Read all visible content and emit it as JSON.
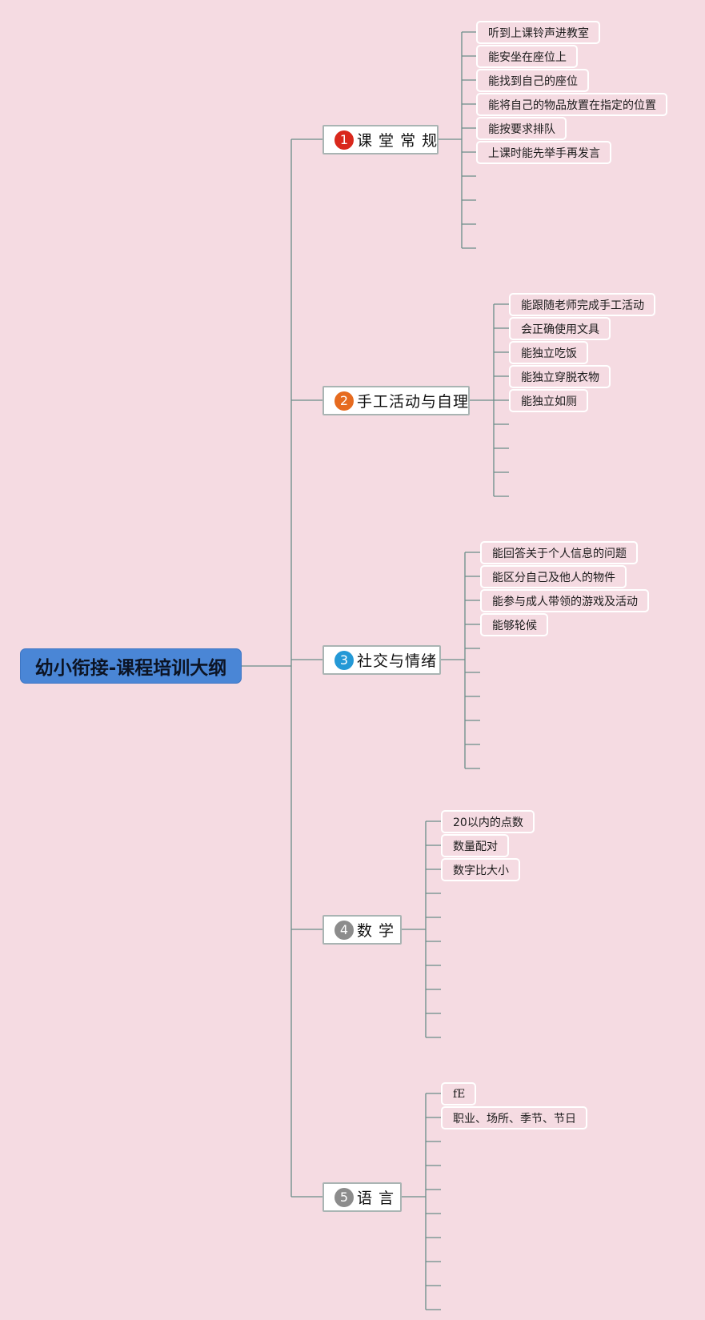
{
  "root": {
    "title": "幼小衔接-课程培训大纲"
  },
  "branches": [
    {
      "number": "1",
      "label": "课 堂 常 规",
      "color": "#d9281c",
      "items": [
        "听到上课铃声进教室",
        "能安坐在座位上",
        "能找到自己的座位",
        "能将自己的物品放置在指定的位置",
        "能按要求排队",
        "上课时能先举手再发言"
      ]
    },
    {
      "number": "2",
      "label": "手工活动与自理",
      "color": "#e66b1f",
      "items": [
        "能跟随老师完成手工活动",
        "会正确使用文具",
        "能独立吃饭",
        "能独立穿脱衣物",
        "能独立如厕"
      ]
    },
    {
      "number": "3",
      "label": "社交与情绪",
      "color": "#2499d6",
      "items": [
        "能回答关于个人信息的问题",
        "能区分自己及他人的物件",
        "能参与成人带领的游戏及活动",
        "能够轮候"
      ]
    },
    {
      "number": "4",
      "label": "数 学",
      "color": "#8c8c8c",
      "items": [
        "20以内的点数",
        "数量配对",
        "数字比大小"
      ]
    },
    {
      "number": "5",
      "label": "语 言",
      "color": "#8c8c8c",
      "items": [
        "fE",
        "职业、场所、季节、节日"
      ]
    }
  ],
  "colors": {
    "background": "#f5dbe2",
    "root_fill": "#4a86d6",
    "connector": "#6a8d88"
  }
}
